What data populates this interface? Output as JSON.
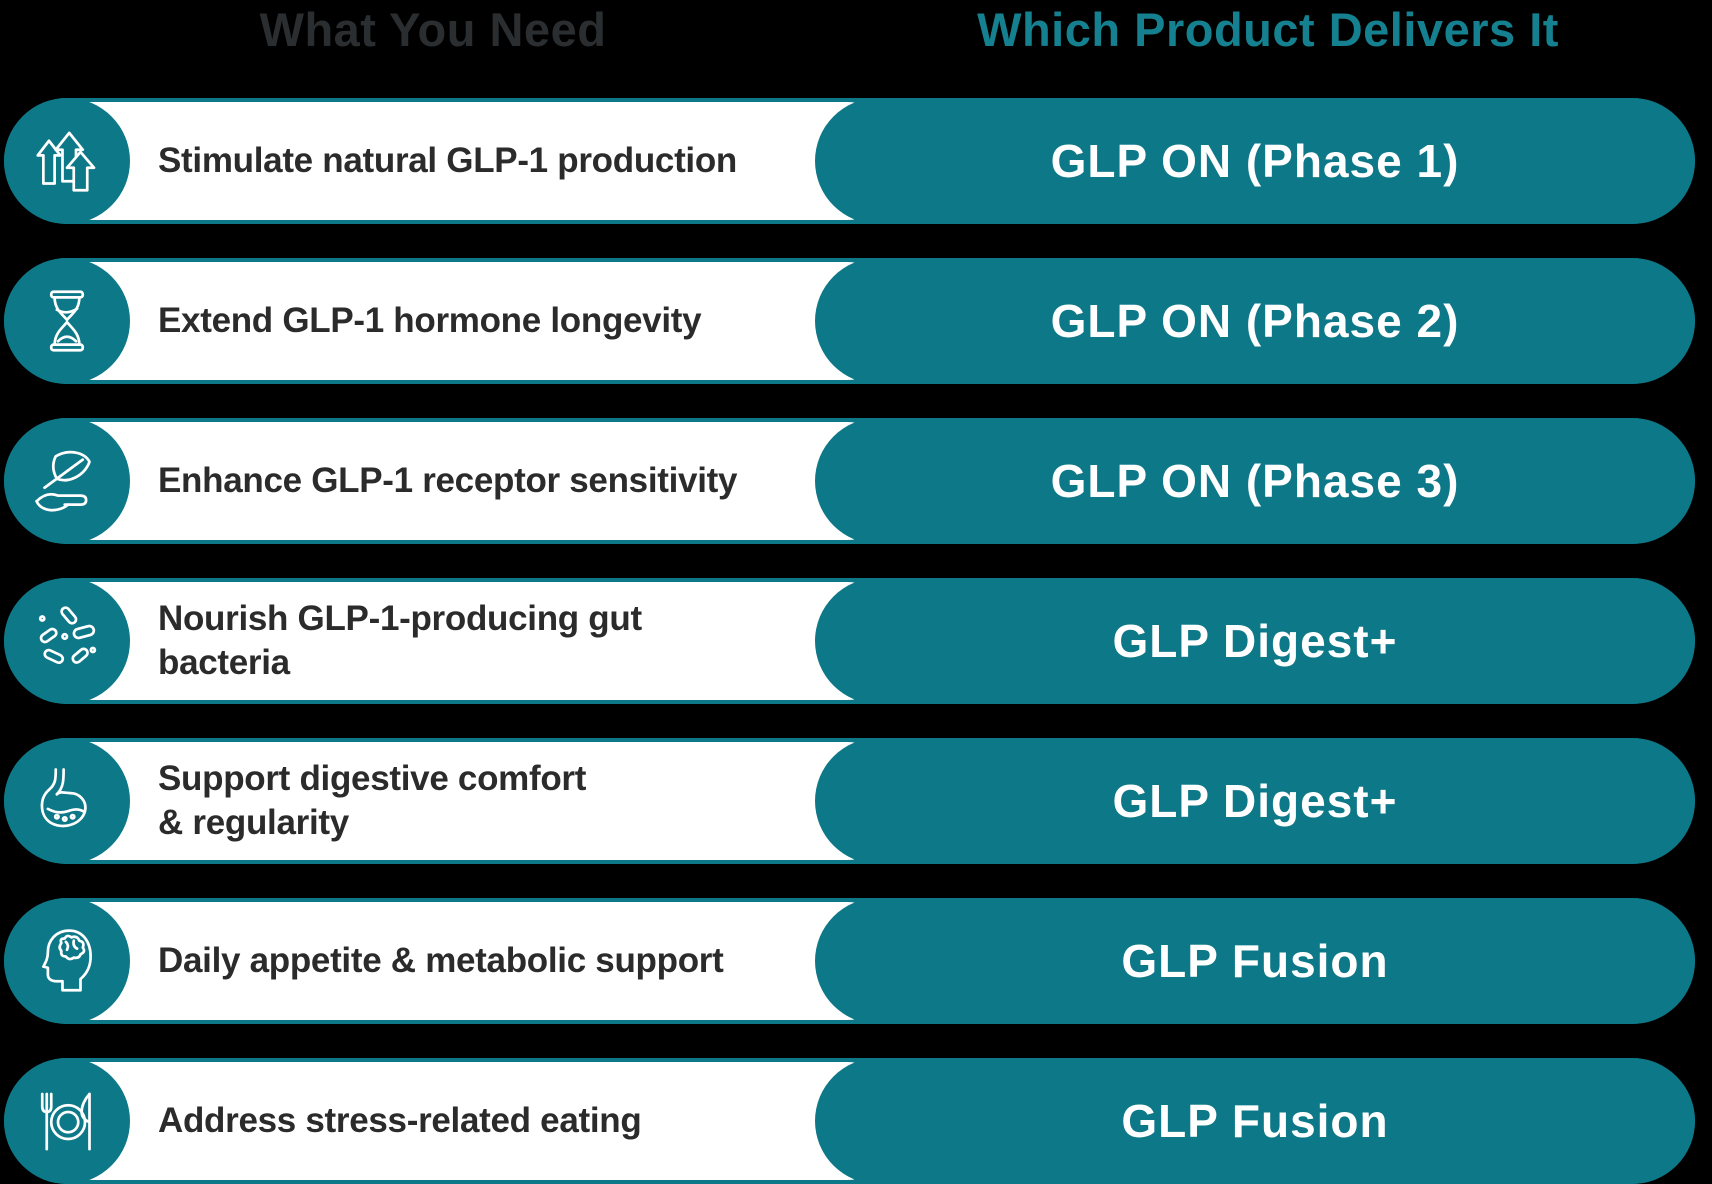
{
  "header": {
    "left_title": "What You Need",
    "right_title": "Which Product Delivers It"
  },
  "colors": {
    "teal": "#0d7888",
    "teal_header_text": "#15808f",
    "dark_header_text": "#2b2e30",
    "need_text": "#2b2b2b",
    "background": "#000000",
    "pill_background": "#ffffff"
  },
  "rows": [
    {
      "icon": "arrows-up-icon",
      "need": "Stimulate natural GLP-1 production",
      "product": "GLP ON (Phase 1)"
    },
    {
      "icon": "hourglass-icon",
      "need": "Extend GLP-1 hormone longevity",
      "product": "GLP ON (Phase 2)"
    },
    {
      "icon": "feather-hand-icon",
      "need": "Enhance GLP-1 receptor sensitivity",
      "product": "GLP ON (Phase 3)"
    },
    {
      "icon": "gut-bacteria-icon",
      "need": "Nourish GLP-1-producing gut\nbacteria",
      "product": "GLP Digest+"
    },
    {
      "icon": "stomach-icon",
      "need": "Support digestive comfort\n& regularity",
      "product": "GLP Digest+"
    },
    {
      "icon": "brain-head-icon",
      "need": "Daily appetite & metabolic support",
      "product": "GLP Fusion"
    },
    {
      "icon": "plate-cutlery-icon",
      "need": "Address stress-related eating",
      "product": "GLP Fusion"
    }
  ]
}
